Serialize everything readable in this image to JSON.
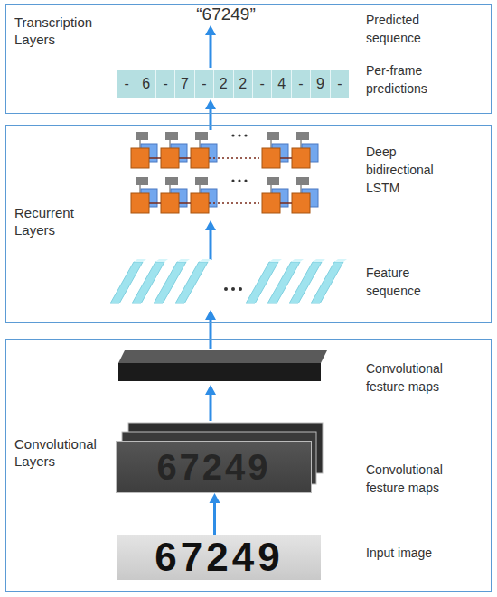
{
  "diagram": {
    "nodes": [
      {
        "text": [
          "Transcription Layers"
        ]
      },
      {
        "text": [
          "-",
          "6",
          "-",
          "7",
          "-",
          "2",
          "2",
          "-",
          "4",
          "-",
          "9",
          "-"
        ],
        "in": 0
      },
      {
        "text": [
          "Recurrent Layers"
        ]
      },
      {
        "text": [
          "Convolutional Layers"
        ]
      },
      {
        "text": [
          "67249"
        ],
        "in": 3
      },
      {
        "text": [
          "67249"
        ],
        "in": 3
      }
    ],
    "edges": [
      {
        "from": 5,
        "to": 4,
        "arrow": "to"
      }
    ],
    "labels": [
      "“67249”",
      "Predicted sequence",
      "Per-frame predictions",
      "Deep bidirectional LSTM",
      "Feature sequence",
      "Convolutional festure maps",
      "Convolutional festure maps",
      "Input image"
    ]
  }
}
